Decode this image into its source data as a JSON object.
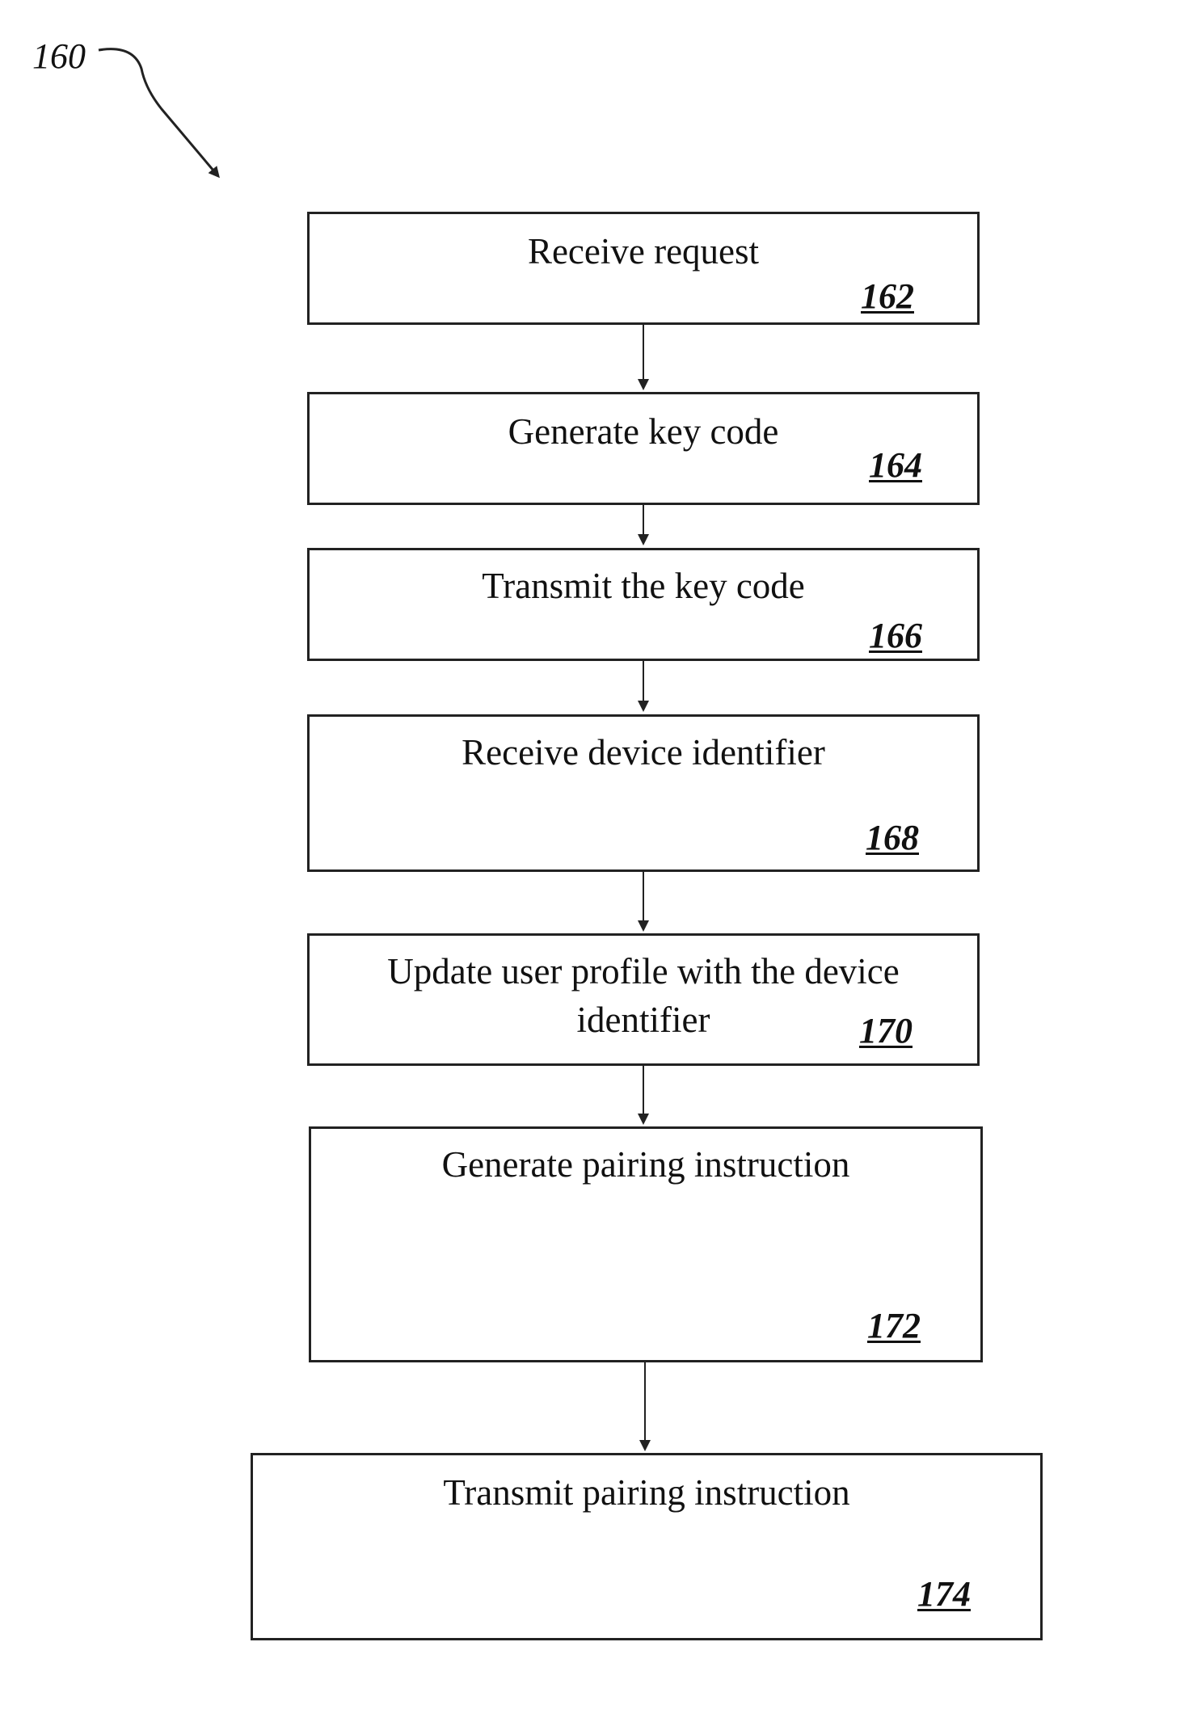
{
  "figure": {
    "ref_label": "160"
  },
  "steps": [
    {
      "text": "Receive request",
      "number": "162"
    },
    {
      "text": "Generate key code",
      "number": "164"
    },
    {
      "text": "Transmit the key code",
      "number": "166"
    },
    {
      "text": "Receive device identifier",
      "number": "168"
    },
    {
      "text": "Update user profile with the device identifier",
      "number": "170"
    },
    {
      "text": "Generate pairing instruction",
      "number": "172"
    },
    {
      "text": "Transmit pairing instruction",
      "number": "174"
    }
  ],
  "colors": {
    "line": "#222222",
    "background": "#ffffff"
  }
}
